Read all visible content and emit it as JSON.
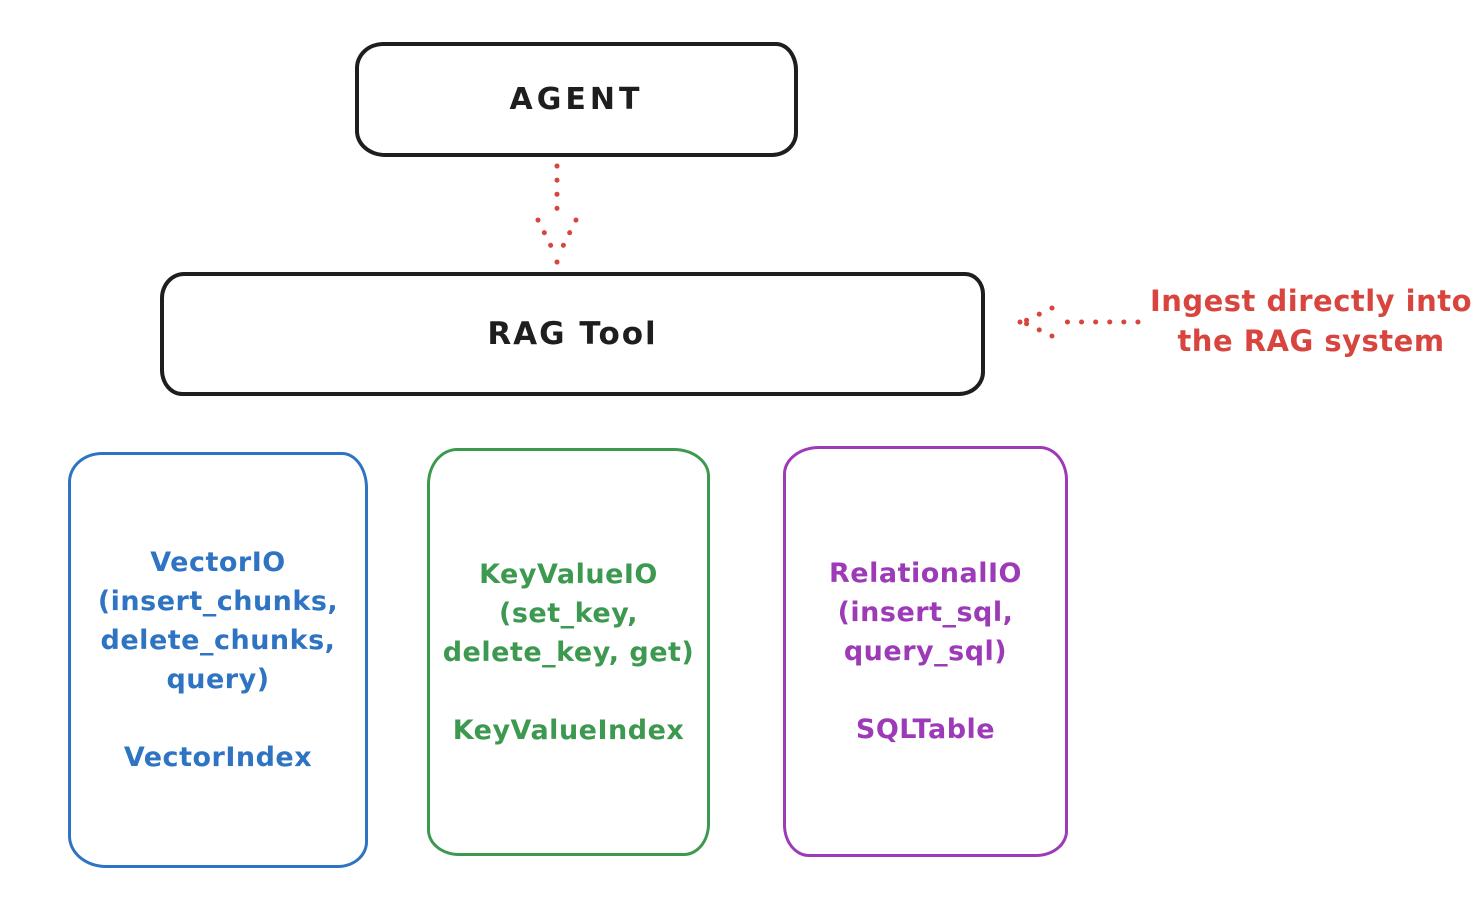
{
  "diagram": {
    "agent_box": {
      "label": "AGENT"
    },
    "rag_box": {
      "label": "RAG Tool"
    },
    "ingest_annotation": {
      "line1": "Ingest directly into",
      "line2": "the RAG system",
      "color": "#d8443e"
    },
    "arrows": [
      {
        "name": "agent-to-rag",
        "style": "dotted",
        "direction": "down",
        "color": "#d8443e"
      },
      {
        "name": "ingest-into-rag",
        "style": "dotted",
        "direction": "left",
        "color": "#d8443e"
      }
    ],
    "modules": [
      {
        "id": "vector-io",
        "color": "#2e74c2",
        "lines": [
          "VectorIO",
          "(insert_chunks,",
          "delete_chunks,",
          "query)"
        ],
        "index_label": "VectorIndex"
      },
      {
        "id": "keyvalue-io",
        "color": "#3d9950",
        "lines": [
          "KeyValueIO",
          "(set_key,",
          "delete_key, get)"
        ],
        "index_label": "KeyValueIndex"
      },
      {
        "id": "relational-io",
        "color": "#9c3ab8",
        "lines": [
          "RelationalIO",
          "(insert_sql,",
          "query_sql)"
        ],
        "index_label": "SQLTable"
      }
    ],
    "colors": {
      "ink": "#1e1e1e",
      "red": "#d8443e",
      "blue": "#2e74c2",
      "green": "#3d9950",
      "purple": "#9c3ab8",
      "background": "#ffffff"
    }
  }
}
